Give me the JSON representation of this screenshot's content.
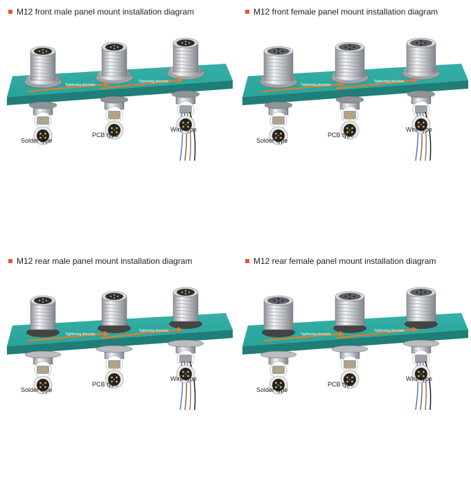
{
  "colors": {
    "bullet": "#e4572e",
    "panel_top": "#2aa39a",
    "panel_side": "#1f7e77",
    "arrow": "#e47c2b",
    "metal": "#c9ccd0"
  },
  "quadrants": [
    {
      "id": "front-male",
      "title": "M12 front male  panel mount installation diagram",
      "labels": {
        "solder": "Solder type",
        "pcb": "PCB type",
        "wire": "Wire type"
      },
      "direction_labels": [
        "Tightening direction",
        "Tightening direction"
      ]
    },
    {
      "id": "front-female",
      "title": "M12 front female  panel mount installation diagram",
      "labels": {
        "solder": "Solder type",
        "pcb": "PCB type",
        "wire": "Wire type"
      },
      "direction_labels": [
        "Tightening direction",
        "Tightening direction"
      ]
    },
    {
      "id": "rear-male",
      "title": "M12 rear  male  panel mount installation diagram",
      "labels": {
        "solder": "Solder type",
        "pcb": "PCB type",
        "wire": "Wire type"
      },
      "direction_labels": [
        "Tightening direction",
        "Tightening direction"
      ]
    },
    {
      "id": "rear-female",
      "title": "M12 rear  female  panel mount installation diagram",
      "labels": {
        "solder": "Solder type",
        "pcb": "PCB type",
        "wire": "Wire type"
      },
      "direction_labels": [
        "Tightening direction",
        "Tightening direction"
      ]
    }
  ]
}
